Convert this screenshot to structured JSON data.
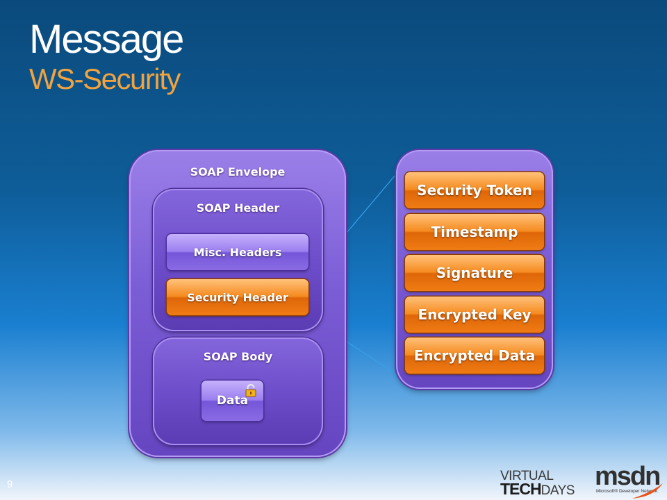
{
  "slide": {
    "title": "Message",
    "subtitle": "WS-Security",
    "page_number": "9"
  },
  "envelope": {
    "label": "SOAP Envelope",
    "header": {
      "label": "SOAP Header",
      "items": [
        "Misc. Headers",
        "Security Header"
      ]
    },
    "body": {
      "label": "SOAP Body",
      "data_label": "Data"
    }
  },
  "security_header_contents": [
    "Security Token",
    "Timestamp",
    "Signature",
    "Encrypted Key",
    "Encrypted Data"
  ],
  "logos": {
    "virtual_line1": "VIRTUAL",
    "tech_text": "TECH",
    "days_text": "DAYS",
    "msdn_text": "msdn",
    "msdn_tagline": "Microsoft® Developer Network"
  },
  "colors": {
    "title": "#ffffff",
    "subtitle": "#f0a33f",
    "panel_purple": "#7b5dd6",
    "highlight_orange": "#f58a1f",
    "connector_line": "#3aa0e8"
  },
  "icons": {
    "lock": "padlock-icon"
  }
}
